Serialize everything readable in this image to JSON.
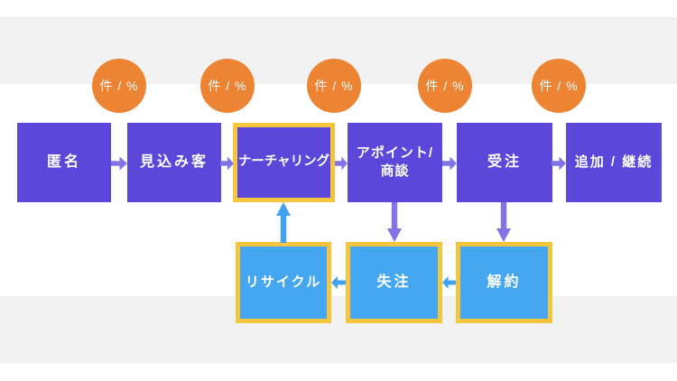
{
  "diagram": {
    "badges": [
      "件 / %",
      "件 / %",
      "件 / %",
      "件 / %",
      "件 / %"
    ],
    "stages": [
      {
        "label": "匿名",
        "highlighted": false
      },
      {
        "label": "見込み客",
        "highlighted": false
      },
      {
        "label": "ナーチャリング",
        "highlighted": true
      },
      {
        "lines": [
          "アポイント/",
          "商談"
        ],
        "highlighted": false
      },
      {
        "label": "受注",
        "highlighted": false
      },
      {
        "label": "追加 / 継続",
        "highlighted": false
      }
    ],
    "recycle_stages": [
      {
        "label": "リサイクル",
        "highlighted": true
      },
      {
        "label": "失注",
        "highlighted": true
      },
      {
        "label": "解約",
        "highlighted": true
      }
    ]
  },
  "colors": {
    "stage-purple": "#5b48db",
    "arrow-purple": "#8273e6",
    "stage-blue": "#45a7ef",
    "arrow-blue": "#3fa3f2",
    "badge-orange": "#ed8434",
    "highlight-yellow": "#f5c53d",
    "band-gray": "#f2f2f2",
    "text-white": "#ffffff"
  }
}
